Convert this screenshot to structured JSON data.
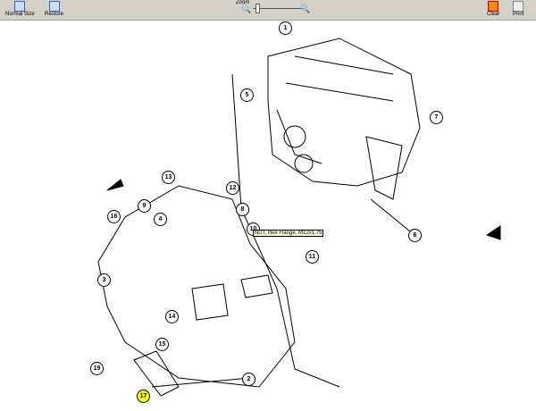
{
  "toolbar": {
    "normal_size": "Normal Size",
    "restore": "Restore",
    "zoom": "Zoom",
    "clear": "Clear",
    "print": "Print"
  },
  "tooltip": "NUT, Hex Flange, M12x1.75",
  "callouts": [
    "1",
    "5",
    "7",
    "6",
    "12",
    "13",
    "9",
    "16",
    "8",
    "10",
    "11",
    "3",
    "4",
    "14",
    "15",
    "19",
    "17",
    "2"
  ]
}
